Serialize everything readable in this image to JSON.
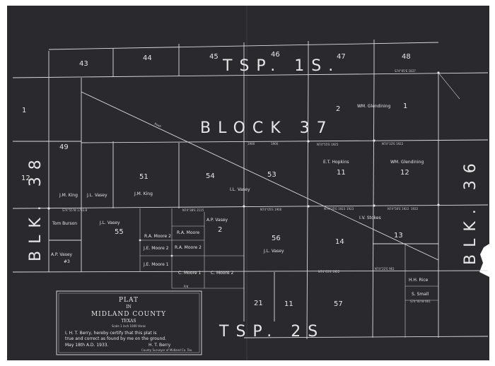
{
  "colors": {
    "paper": "#2a2a2e",
    "ink": "#e6e6e6",
    "margin": "#ffffff"
  },
  "township_labels": {
    "top": "TSP. 1S.",
    "bottom": "TSP. 2S"
  },
  "block_labels": {
    "block37": "BLOCK 37",
    "blk38": "BLK. 38",
    "blk36": "BLK. 36"
  },
  "title_box": {
    "line1": "PLAT",
    "line2": "IN",
    "line3": "MIDLAND COUNTY",
    "line4": "TEXAS",
    "scale": "Scale 1 inch 1000 Varas",
    "cert1": "I, H. T. Berry, hereby certify that this plat is",
    "cert2": "true and correct as found by me on the ground.",
    "date": "May 18th A.D. 1933.",
    "sig": "H. T. Berry",
    "sig_title": "County Surveyor of Midland Co. Tex."
  },
  "sections": {
    "s43": "43",
    "s44": "44",
    "s45": "45",
    "s46": "46",
    "s47": "47",
    "s48": "48",
    "s1_left": "1",
    "s2": "2",
    "s1_right": "1",
    "s49": "49",
    "s51": "51",
    "s54": "54",
    "s53": "53",
    "s11_top": "11",
    "s12_right": "12",
    "s12_left": "12",
    "s55": "55",
    "s2_mid": "2",
    "s56": "56",
    "s14": "14",
    "s13": "13",
    "s21": "21",
    "s11_bottom": "11",
    "s57": "57"
  },
  "owners": {
    "glendinning1": "WM. Glendining",
    "glendinning2": "WM. Glendining",
    "hopkins": "E.T. Hopkins",
    "king1": "J.M. King",
    "king2": "J.M. King",
    "vasey1": "J.L. Vasey",
    "vasey2": "I.L. Vasey",
    "vasey3": "J.L. Vasey",
    "vasey4": "J.L. Vasey",
    "stokes": "I.V. Stokes",
    "burson": "Tom Burson",
    "vasey5": "A.P. Vasey",
    "vasey5_no": "#3",
    "vasey6": "A.P. Vasey",
    "moore1": "R.A. Moore",
    "moore2": "R.A. Moore 2",
    "moore3": "R.A. Moore 2",
    "moore4": "J.E. Moore 2",
    "moore5": "J.E. Moore 1",
    "moore6": "C. Moore 1",
    "moore7": "C. Moore 2",
    "rice": "H.H. Rice",
    "small": "S. Small",
    "fd": "P/d"
  },
  "bearings": {
    "b1": "S74°05'E 1837",
    "b2": "N74°55'E 1925",
    "b3": "N74°33'E 1922",
    "b4": "S74°55'W 1733.8",
    "b5": "N74°38'E 2115",
    "b6": "N74°05'E 1900",
    "b7": "N74°35'E 1923",
    "b8": "N74°56'E 1922",
    "b9": "N74°05'E 1922",
    "b10": "N74°22'E 961",
    "b11": "S74°00'W 961",
    "v1": "1900",
    "v2": "1900",
    "v3": "1923",
    "v4": "1922",
    "road": "Road"
  }
}
